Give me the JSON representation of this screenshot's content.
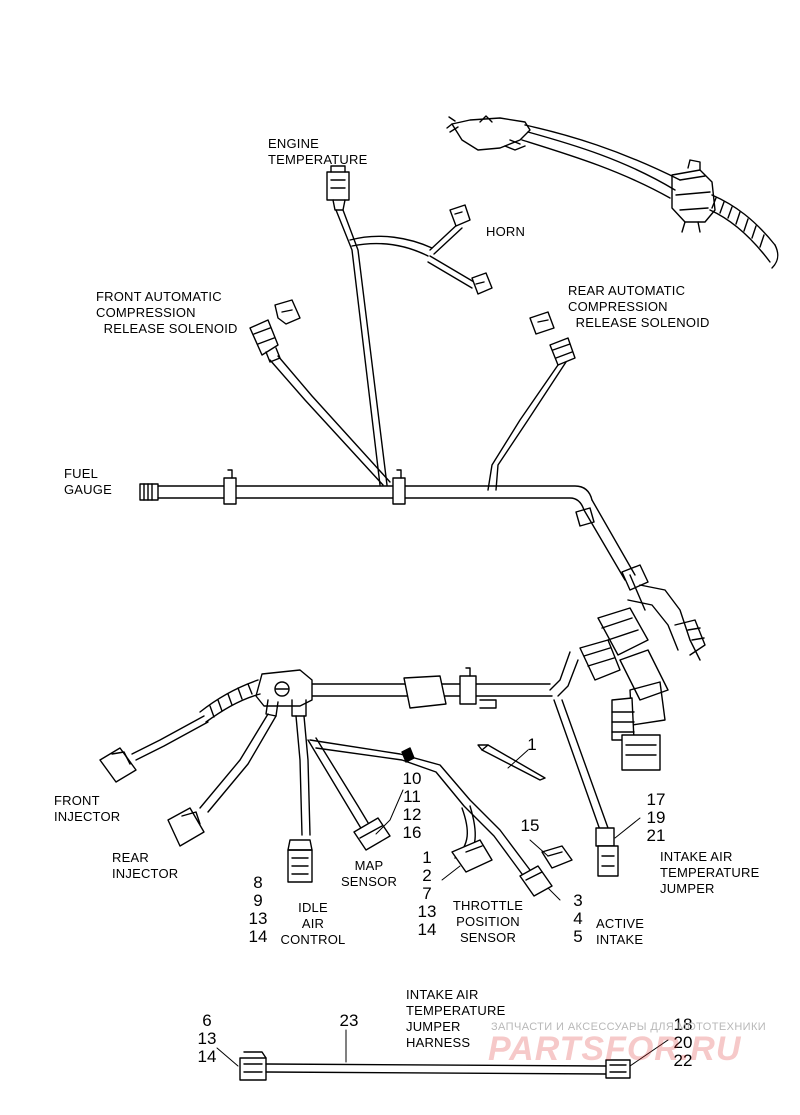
{
  "labels": {
    "engine_temperature": "ENGINE\nTEMPERATURE",
    "horn": "HORN",
    "front_acr": "FRONT AUTOMATIC\nCOMPRESSION\n  RELEASE SOLENOID",
    "rear_acr": "REAR AUTOMATIC\nCOMPRESSION\n  RELEASE SOLENOID",
    "fuel_gauge": "FUEL\nGAUGE",
    "front_injector": "FRONT\nINJECTOR",
    "rear_injector": "REAR\nINJECTOR",
    "idle_air_control": "IDLE\nAIR\nCONTROL",
    "map_sensor": "MAP\nSENSOR",
    "throttle_position_sensor": "THROTTLE\nPOSITION\nSENSOR",
    "active_intake": "ACTIVE\nINTAKE",
    "intake_air_temp_jumper": "INTAKE AIR\nTEMPERATURE\nJUMPER",
    "intake_air_temp_jumper_harness": "INTAKE AIR\nTEMPERATURE\nJUMPER\nHARNESS"
  },
  "callouts": {
    "strap": "1",
    "map_sensor": "10\n11\n12\n16",
    "idle_air_control": "8\n9\n13\n14",
    "throttle_position": "1\n2\n7\n13\n14",
    "active_intake": "3\n4\n5",
    "connector_15": "15",
    "intake_air_temp_jumper": "17\n19\n21",
    "harness_left": "6\n13\n14",
    "harness_center": "23",
    "harness_right": "18\n20\n22"
  },
  "watermark": {
    "text": "ЗАПЧАСТИ И АКСЕССУАРЫ ДЛЯ МОТОТЕХНИКИ",
    "logo": "PARTSFOR.RU"
  },
  "colors": {
    "line": "#000000",
    "connector_fill": "#ffffff",
    "watermark_red": "#dc2828",
    "watermark_gray": "#b8b8b8"
  }
}
